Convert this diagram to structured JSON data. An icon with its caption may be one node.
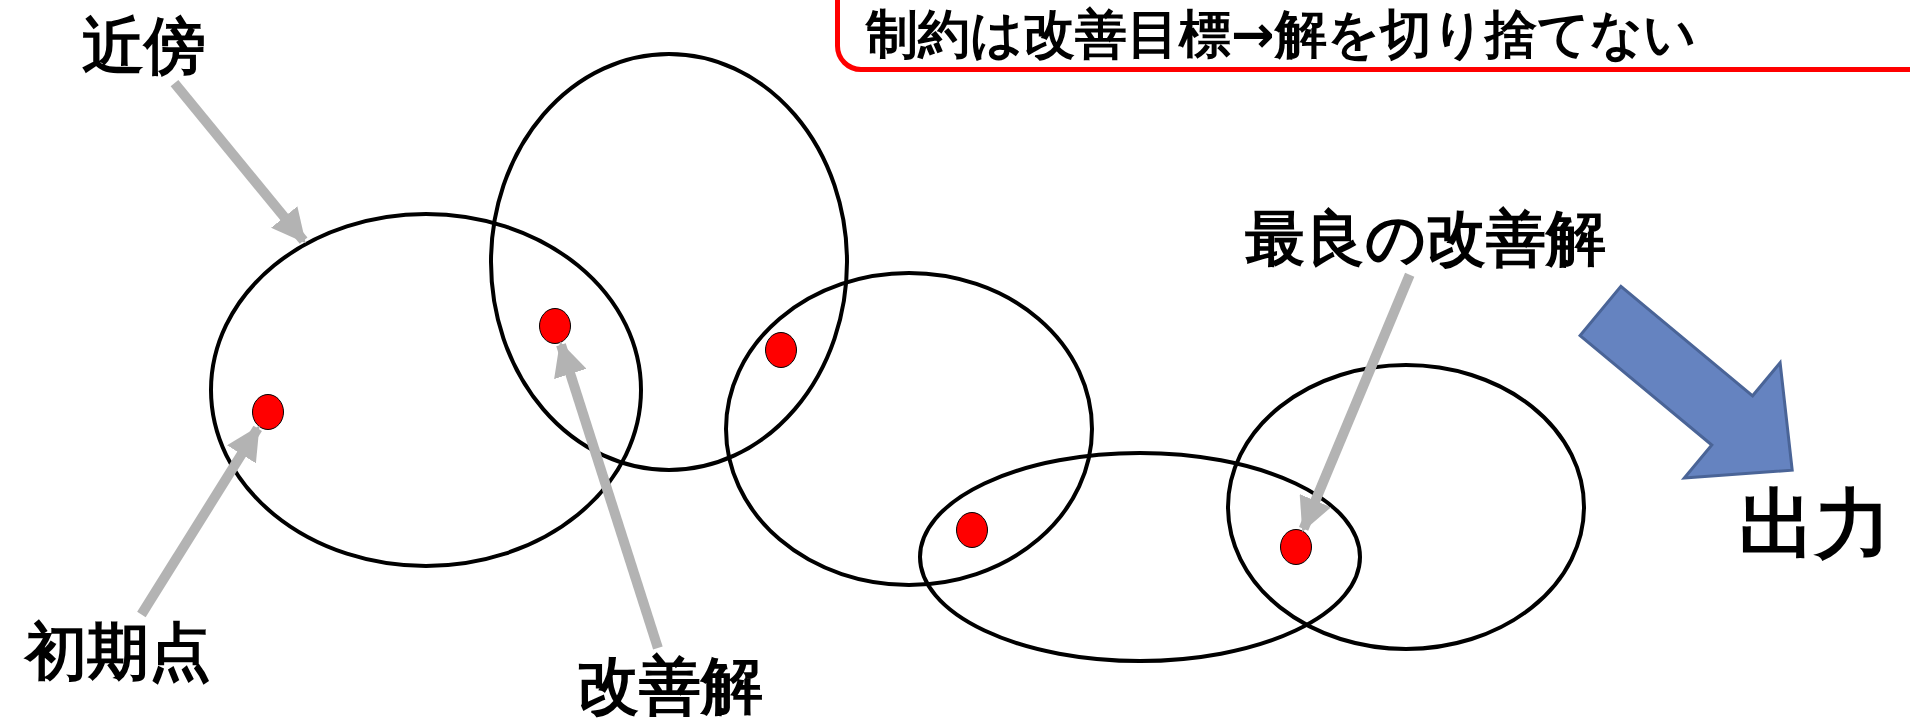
{
  "diagram": {
    "nodes": [
      {
        "text": [
          "制約は改善目標→解を切り捨てない"
        ]
      },
      {
        "text": [
          "近傍"
        ]
      },
      {
        "text": [],
        "shape": "ellipse"
      },
      {
        "text": [],
        "shape": "circle",
        "in": 2
      },
      {
        "text": [],
        "shape": "circle",
        "in": 2
      },
      {
        "text": [],
        "shape": "circle"
      },
      {
        "text": [],
        "shape": "circle"
      },
      {
        "text": [],
        "shape": "circle"
      },
      {
        "text": [
          "初期点"
        ]
      },
      {
        "text": [
          "改善解"
        ]
      },
      {
        "text": [
          "最良の改善解"
        ]
      },
      {
        "text": [
          "出力"
        ]
      }
    ],
    "edges": [
      {
        "from": 1,
        "to": 2,
        "arrow": "to"
      },
      {
        "from": 8,
        "to": 3,
        "arrow": "to"
      },
      {
        "from": 9,
        "to": 4,
        "arrow": "to"
      },
      {
        "from": 10,
        "to": 7,
        "arrow": "to"
      },
      {
        "from": 10,
        "to": 11,
        "arrow": "to",
        "style": "thick",
        "color": "#6583c0"
      }
    ]
  }
}
